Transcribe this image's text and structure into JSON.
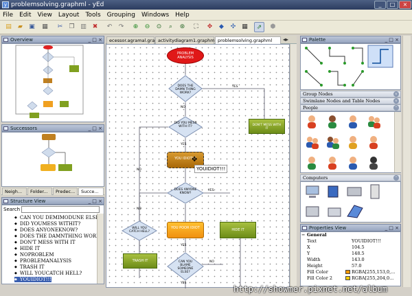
{
  "window": {
    "title": "problemsolving.graphml - yEd",
    "min": "_",
    "max": "□",
    "close": "×",
    "icon": "yed-icon"
  },
  "menu": [
    "File",
    "Edit",
    "View",
    "Layout",
    "Tools",
    "Grouping",
    "Windows",
    "Help"
  ],
  "panels": {
    "overview": {
      "title": "Overview",
      "btns": "_ □ ×"
    },
    "successors": {
      "title": "Successors",
      "btns": "_ □ ×",
      "tabs": [
        "Neigh...",
        "Folder...",
        "Predec...",
        "Succe..."
      ]
    },
    "structure": {
      "title": "Structure View",
      "btns": "_ □ ×",
      "search_label": "Search",
      "items": [
        "CAN YOU DEMIMODUNE ELSE",
        "DID YOUMESS WITHIT?",
        "DOES ANYONEKNOW?",
        "DOES THE DAMNTHING WORK?",
        "DON'T MESS WITH IT",
        "HIDE IT",
        "NOPROBLEM",
        "PROBLEMANALYSIS",
        "TRASH IT",
        "WILL YOUCATCH HELL?",
        "YOUIDIOT!!!"
      ]
    },
    "palette": {
      "title": "Palette",
      "btns": "_ □ ×",
      "sections": [
        "Group Nodes",
        "Swimlane Nodes and Table Nodes",
        "People",
        "Computers"
      ]
    },
    "properties": {
      "title": "Properties View",
      "btns": "_ □ ×",
      "section": "General",
      "rows": [
        [
          "Text",
          "YOUIDIOT!!!"
        ],
        [
          "X",
          "104.5"
        ],
        [
          "Y",
          "148.5"
        ],
        [
          "Width",
          "143.0"
        ],
        [
          "Height",
          "57.0"
        ],
        [
          "Fill Color",
          "RGBA[255,153,0,..."
        ],
        [
          "Fill Color 2",
          "RGBA[255,204,0..."
        ]
      ]
    }
  },
  "tabs": [
    "ecessor.agramal.graphml",
    "activitydiagram1.graphml",
    "problemsolving.graphml"
  ],
  "diagram": {
    "start": "PROBLEM ANALYSIS",
    "works": "DOES THE DAMN THING WORK?",
    "mess": "DID YOU MESS WITH IT?",
    "dontmess": "DON'T MESS WITH IT",
    "idiot": "YOU IDIOT!!!",
    "anyone": "DOES ANYONE KNOW?",
    "catch": "WILL YOU CATCH HELL?",
    "poor": "YOU POOR IDIOT",
    "hide": "HIDE IT",
    "trash": "TRASH IT",
    "blame": "CAN YOU BLAME SOMEONE ELSE?",
    "yes": "YES",
    "no": "NO",
    "tooltip": "YOUIDIOT!!!"
  },
  "watermark": "http://showmer.pixnet.net/album"
}
